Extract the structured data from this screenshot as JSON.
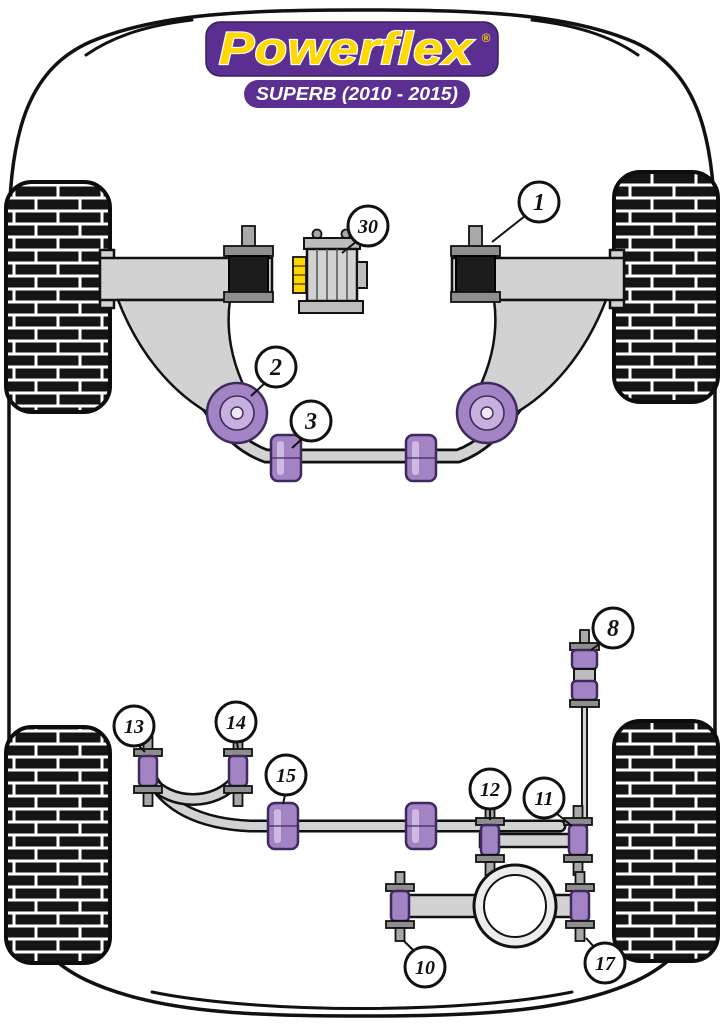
{
  "header": {
    "brand": "Powerflex",
    "registered_mark": "®",
    "model": "SUPERB (2010 - 2015)"
  },
  "colors": {
    "logo_purple": "#5b2f91",
    "brand_yellow": "#ffd900",
    "subtitle_text": "#ffffff",
    "bush_purple": "#a283c4",
    "bush_outline": "#3f2a5e",
    "metal_grey": "#d2d2d2",
    "line_black": "#111111",
    "caliper_yellow": "#ffd500"
  },
  "callouts": [
    {
      "id": "1"
    },
    {
      "id": "30"
    },
    {
      "id": "2"
    },
    {
      "id": "3"
    },
    {
      "id": "8"
    },
    {
      "id": "13"
    },
    {
      "id": "14"
    },
    {
      "id": "15"
    },
    {
      "id": "12"
    },
    {
      "id": "11"
    },
    {
      "id": "10"
    },
    {
      "id": "17"
    }
  ]
}
